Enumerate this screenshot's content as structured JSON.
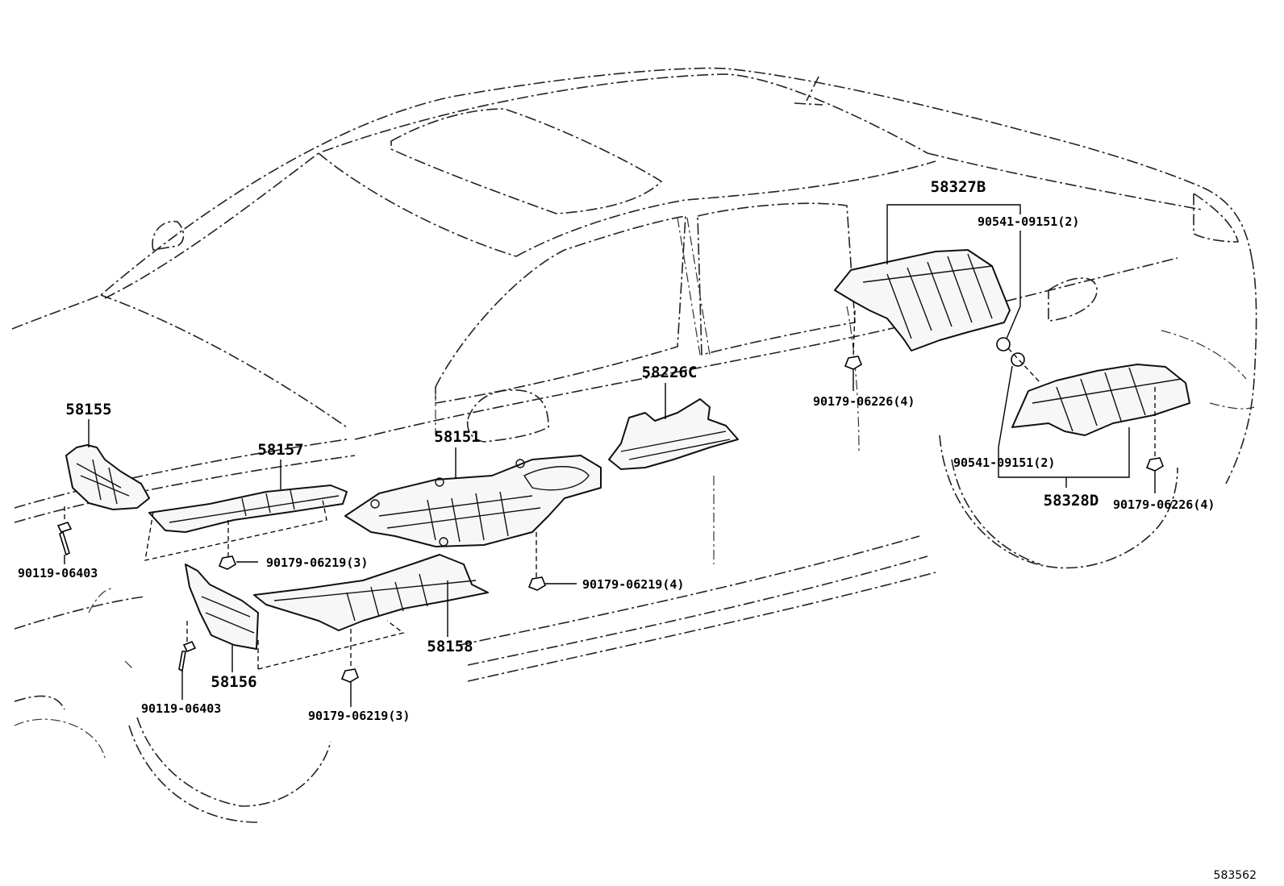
{
  "labels": {
    "p58327b": "58327B",
    "p90541_top": "90541-09151(2)",
    "p90179_6226_a": "90179-06226(4)",
    "p58226c": "58226C",
    "p58155": "58155",
    "p58157": "58157",
    "p58151": "58151",
    "p90119_a": "90119-06403",
    "p90179_6219_a": "90179-06219(3)",
    "p90179_6219_b": "90179-06219(4)",
    "p58158": "58158",
    "p58156": "58156",
    "p90119_b": "90119-06403",
    "p90179_6219_c": "90179-06219(3)",
    "p90541_mid": "90541-09151(2)",
    "p58328d": "58328D",
    "p90179_6226_b": "90179-06226(4)"
  },
  "reference_number": "583562"
}
